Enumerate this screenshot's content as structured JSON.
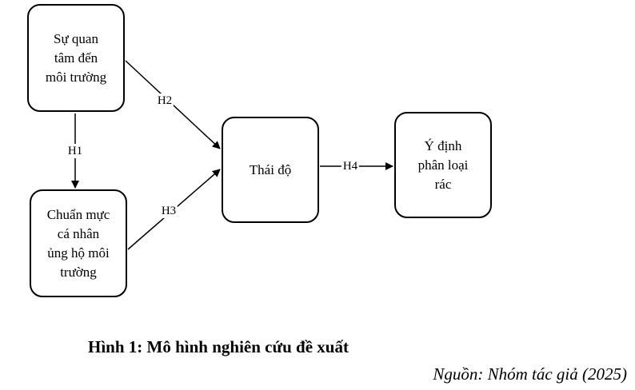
{
  "diagram": {
    "nodes": {
      "environmental_concern": "Sự quan\ntâm đến\nmôi trường",
      "personal_norms": "Chuẩn mực\ncá nhân\nủng hộ môi\ntrường",
      "attitude": "Thái độ",
      "intention": "Ý định\nphân loại\nrác"
    },
    "edges": {
      "h1": "H1",
      "h2": "H2",
      "h3": "H3",
      "h4": "H4"
    },
    "line_color": "#000000"
  },
  "caption": {
    "title": "Hình 1: Mô hình nghiên cứu đề xuất",
    "source": "Nguồn: Nhóm tác giả (2025)"
  }
}
